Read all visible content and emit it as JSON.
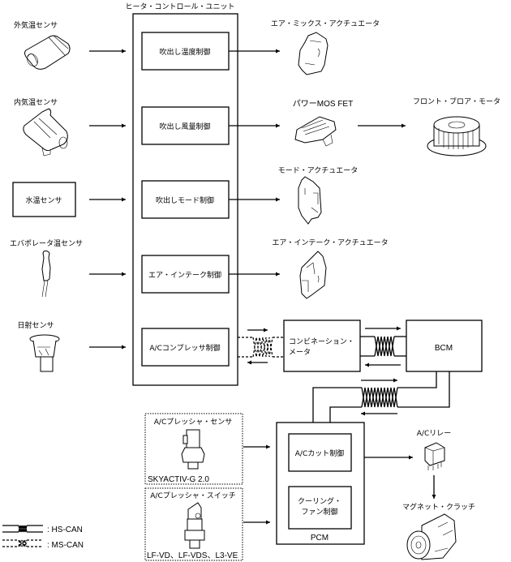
{
  "title": "ヒータ・コントロール・ユニット",
  "inputs": [
    {
      "label": "外気温センサ",
      "icon": "ambient-temperature-sensor"
    },
    {
      "label": "内気温センサ",
      "icon": "cabin-temperature-sensor"
    },
    {
      "label": "水温センサ",
      "icon": "none-boxed-label"
    },
    {
      "label": "エバポレータ温センサ",
      "icon": "evaporator-temperature-sensor"
    },
    {
      "label": "日射センサ",
      "icon": "solar-radiation-sensor"
    }
  ],
  "hcu_functions": [
    "吹出し温度制御",
    "吹出し風量制御",
    "吹出しモード制御",
    "エア・インテーク制御",
    "A/Cコンプレッサ制御"
  ],
  "outputs": [
    {
      "label": "エア・ミックス・アクチュエータ",
      "icon": "air-mix-actuator"
    },
    {
      "label": "パワーMOS FET",
      "icon": "power-mosfet"
    },
    {
      "label": "フロント・ブロア・モータ",
      "icon": "blower-motor"
    },
    {
      "label": "モード・アクチュエータ",
      "icon": "mode-actuator"
    },
    {
      "label": "エア・インテーク・アクチュエータ",
      "icon": "air-intake-actuator"
    }
  ],
  "combination_meter": {
    "line1": "コンビネーション・",
    "line2": "メータ"
  },
  "bcm": "BCM",
  "pcm": {
    "label": "PCM",
    "functions": [
      {
        "line1": "A/Cカット制御",
        "line2": ""
      },
      {
        "line1": "クーリング・",
        "line2": "ファン制御"
      }
    ]
  },
  "pressure_inputs": [
    {
      "label": "A/Cプレッシャ・センサ",
      "note": "SKYACTIV-G 2.0",
      "icon": "ac-pressure-sensor"
    },
    {
      "label": "A/Cプレッシャ・スイッチ",
      "note": "LF-VD、LF-VDS、L3-VE",
      "icon": "ac-pressure-switch"
    }
  ],
  "relay": {
    "label": "A/Cリレー",
    "icon": "ac-relay"
  },
  "clutch": {
    "label": "マグネット・クラッチ",
    "icon": "ac-compressor-magnet-clutch"
  },
  "legend": [
    {
      "style": "solid-twisted",
      "label": ": HS-CAN"
    },
    {
      "style": "dashed-twisted",
      "label": ": MS-CAN"
    }
  ]
}
